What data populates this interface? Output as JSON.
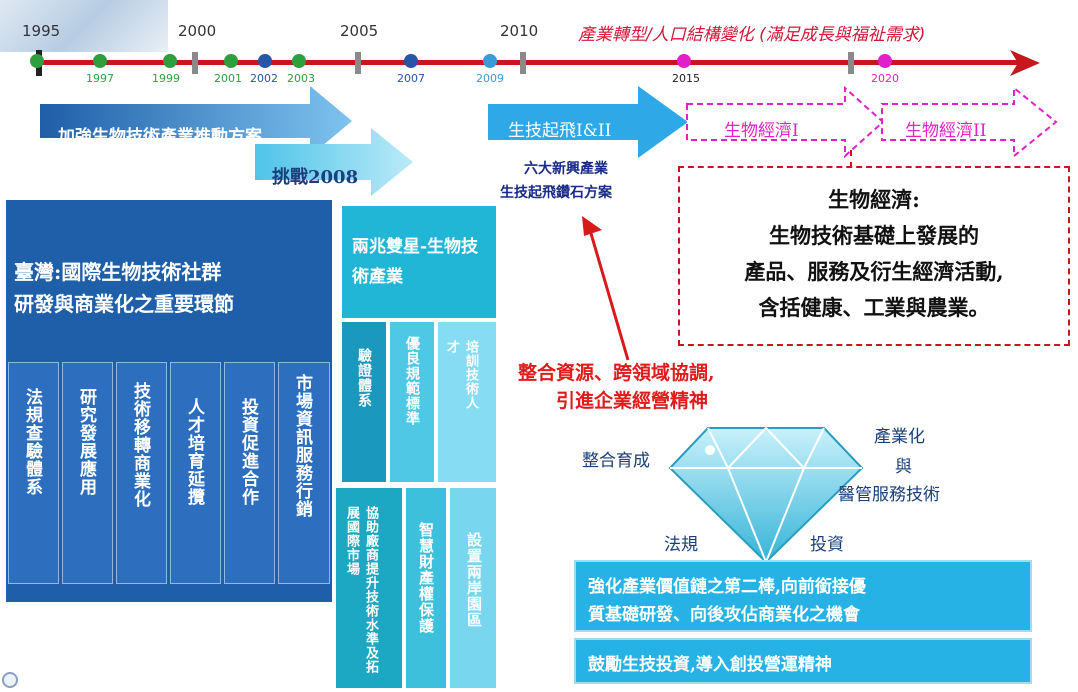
{
  "timeline": {
    "major_years": [
      "1995",
      "2000",
      "2005",
      "2010"
    ],
    "minor_years_green": [
      "1997",
      "1999",
      "2001",
      "2003"
    ],
    "minor_years_blue": [
      "2002",
      "2007",
      "2009"
    ],
    "minor_years_dark": [
      "2015"
    ],
    "minor_years_magenta": [
      "2020"
    ],
    "tagline": "產業轉型/人口結構變化 (滿足成長與福祉需求)"
  },
  "phases": {
    "plan": "加強生物技術產業推動方案",
    "challenge": "挑戰2008",
    "takeoff": "生技起飛I&II",
    "bioeconomy1": "生物經濟I",
    "bioeconomy2": "生物經濟II",
    "six_industries_line1": "六大新興產業",
    "six_industries_line2": "生技起飛鑽石方案"
  },
  "definition": {
    "title": "生物經濟:",
    "line1": "生物技術基礎上發展的",
    "line2": "產品、服務及衍生經濟活動,",
    "line3": "含括健康、工業與農業。"
  },
  "taiwan": {
    "title_line1": "臺灣:國際生物技術社群",
    "title_line2": "研發與商業化之重要環節",
    "columns": [
      "法規查驗體系",
      "研究發展應用",
      "技術移轉商業化",
      "人才培育延攬",
      "投資促進合作",
      "市場資訊服務行銷"
    ]
  },
  "twin_star": {
    "title": "兩兆雙星-生物技術產業",
    "top_columns": [
      "驗證體系",
      "優良規範標準",
      "培訓技術人才"
    ],
    "bottom_columns": [
      "協助廠商提升技術水準及拓展國際市場",
      "智慧財產權保護",
      "設置兩岸園區"
    ]
  },
  "integration": {
    "line1": "整合資源、跨領域協調,",
    "line2": "引進企業經營精神"
  },
  "diamond": {
    "left": "整合育成",
    "right_line1": "產業化",
    "right_line2": "與",
    "right_line3": "醫管服務技術",
    "bottom_left": "法規",
    "bottom_right": "投資"
  },
  "value_chain": {
    "line1": "強化產業價值鏈之第二棒,向前銜接優",
    "line2": "質基礎研發、向後攻佔商業化之機會",
    "invest": "鼓勵生技投資,導入創投營運精神"
  }
}
